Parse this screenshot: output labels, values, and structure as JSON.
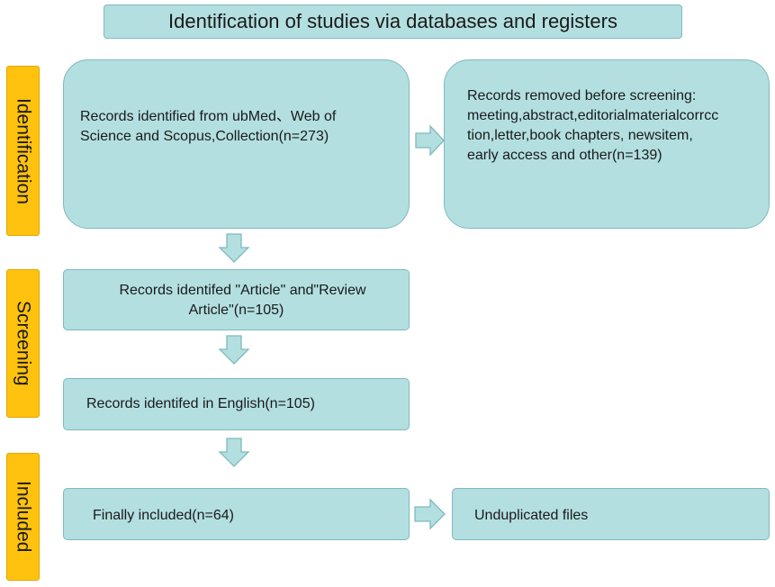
{
  "title": "Identification of studies via databases and registers",
  "stages": {
    "identification": "Identification",
    "screening": "Screening",
    "included": "Included"
  },
  "boxes": {
    "records_identified": {
      "line1": "Records identified from ubMed、Web of",
      "line2": "Science and Scopus,Collection(n=273)"
    },
    "records_removed": {
      "line1": "Records removed before screening:",
      "line2": "meeting,abstract,editorialmaterialcorrcc",
      "line3": "tion,letter,book chapters, newsitem,",
      "line4": "early access and other(n=139)"
    },
    "article_review": {
      "line1": "Records identifed \"Article\" and\"Review",
      "line2": "Article\"(n=105)"
    },
    "english": {
      "line1": "Records identifed in English(n=105)"
    },
    "finally_included": {
      "line1": "Finally included(n=64)"
    },
    "unduplicated": {
      "line1": "Unduplicated files"
    }
  },
  "colors": {
    "box_fill": "#b3dfe0",
    "box_border": "#7fb9bd",
    "stage_fill": "#ffc20e",
    "arrow_fill": "#b3dfe0"
  }
}
